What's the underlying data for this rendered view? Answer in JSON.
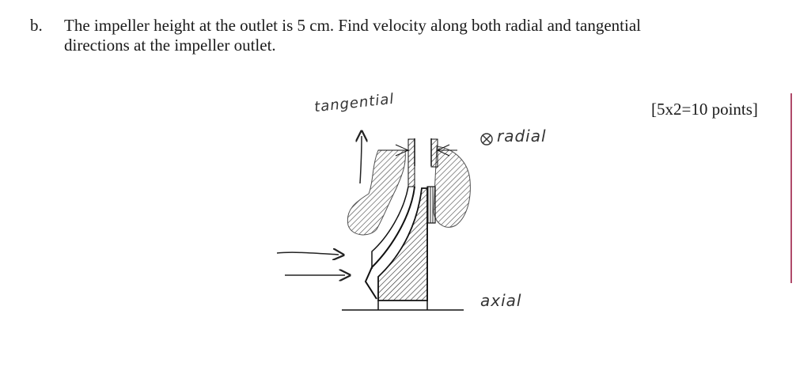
{
  "question": {
    "label": "b.",
    "text_line1": "The impeller height at the outlet is 5 cm. Find velocity along both radial and tangential",
    "text_line2": "directions at the impeller outlet."
  },
  "points": "[5x2=10 points]",
  "annotations": {
    "tangential": "tangential",
    "radial": "radial",
    "axial": "axial"
  },
  "colors": {
    "ink": "#1a1a1a",
    "margin_mark": "#b04a6a"
  }
}
